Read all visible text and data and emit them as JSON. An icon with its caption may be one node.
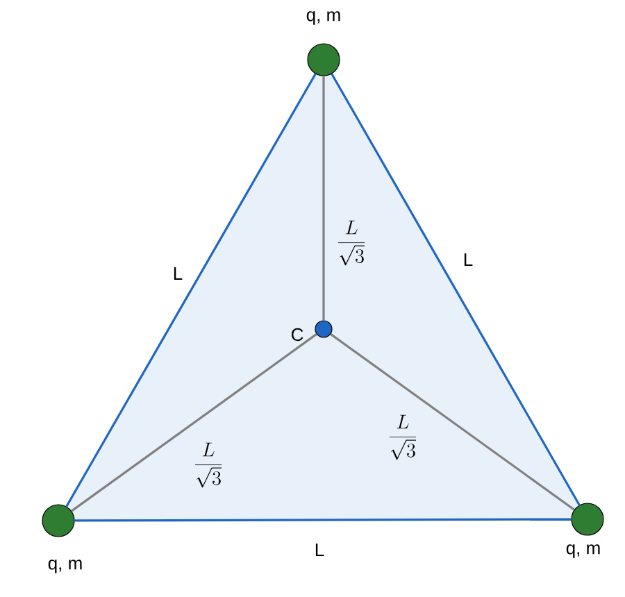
{
  "diagram": {
    "nodes": [
      {
        "text": [],
        "shape": "circle",
        "beside": [
          "q, m"
        ]
      },
      {
        "text": [],
        "shape": "circle",
        "beside": [
          "q, m"
        ]
      },
      {
        "text": [],
        "shape": "circle",
        "beside": [
          "q, m"
        ]
      },
      {
        "text": [],
        "shape": "circle",
        "beside": [
          "C"
        ]
      }
    ],
    "edges": [
      {
        "from": 0,
        "to": 1,
        "arrow": "none",
        "label": "L",
        "color": "#1f66c4"
      },
      {
        "from": 0,
        "to": 2,
        "arrow": "none",
        "label": "L",
        "color": "#1f66c4"
      },
      {
        "from": 1,
        "to": 2,
        "arrow": "none",
        "label": "L",
        "color": "#1f66c4"
      },
      {
        "from": 0,
        "to": 3,
        "arrow": "none",
        "label": "\\frac{L}{\\sqrt{3}}",
        "color": "#808080"
      },
      {
        "from": 1,
        "to": 3,
        "arrow": "none",
        "label": "\\frac{L}{\\sqrt{3}}",
        "color": "#808080"
      },
      {
        "from": 2,
        "to": 3,
        "arrow": "none",
        "label": "\\frac{L}{\\sqrt{3}}",
        "color": "#808080"
      }
    ]
  }
}
